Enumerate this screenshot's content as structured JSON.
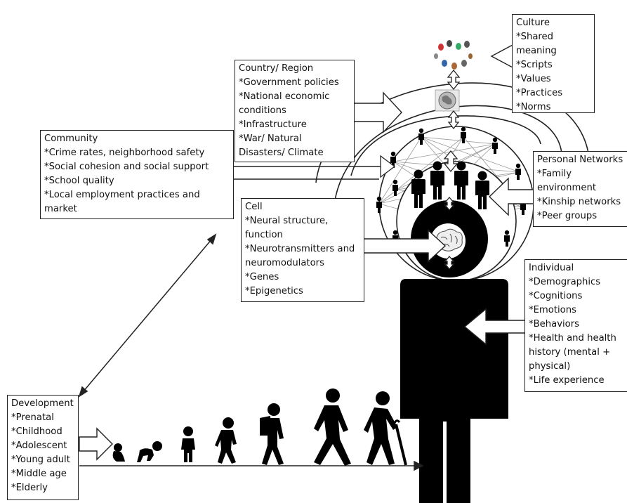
{
  "culture": {
    "title": "Culture",
    "items": [
      "*Shared meaning",
      "*Scripts",
      "*Values",
      "*Practices",
      "*Norms"
    ]
  },
  "country": {
    "title": "Country/ Region",
    "items": [
      "*Government policies",
      "*National economic conditions",
      "*Infrastructure",
      "*War/ Natural Disasters/ Climate"
    ]
  },
  "community": {
    "title": "Community",
    "items": [
      "*Crime rates, neighborhood safety",
      "*Social cohesion and social support",
      "*School quality",
      "*Local employment practices and market"
    ]
  },
  "personal_networks": {
    "title": "Personal Networks",
    "items": [
      "*Family environment",
      "*Kinship networks",
      "*Peer groups"
    ]
  },
  "cell": {
    "title": "Cell",
    "items": [
      "*Neural structure, function",
      "*Neurotransmitters and neuromodulators",
      "*Genes",
      "*Epigenetics"
    ]
  },
  "individual": {
    "title": "Individual",
    "items": [
      "*Demographics",
      "*Cognitions",
      "*Emotions",
      "*Behaviors",
      "*Health and health history (mental + physical)",
      "*Life experience"
    ]
  },
  "development": {
    "title": "Development",
    "items": [
      "*Prenatal",
      "*Childhood",
      "*Adolescent",
      "*Young adult",
      "*Middle age",
      "*Elderly"
    ]
  },
  "icons": [
    "brain-icon",
    "globe-icon",
    "handprints-icon",
    "person-icon",
    "baby-icon",
    "toddler-icon",
    "child-icon",
    "teen-icon",
    "adult-icon",
    "elderly-icon"
  ],
  "colors": {
    "ink": "#000000",
    "line": "#222222",
    "web": "#9a9a9a",
    "background": "#ffffff"
  }
}
